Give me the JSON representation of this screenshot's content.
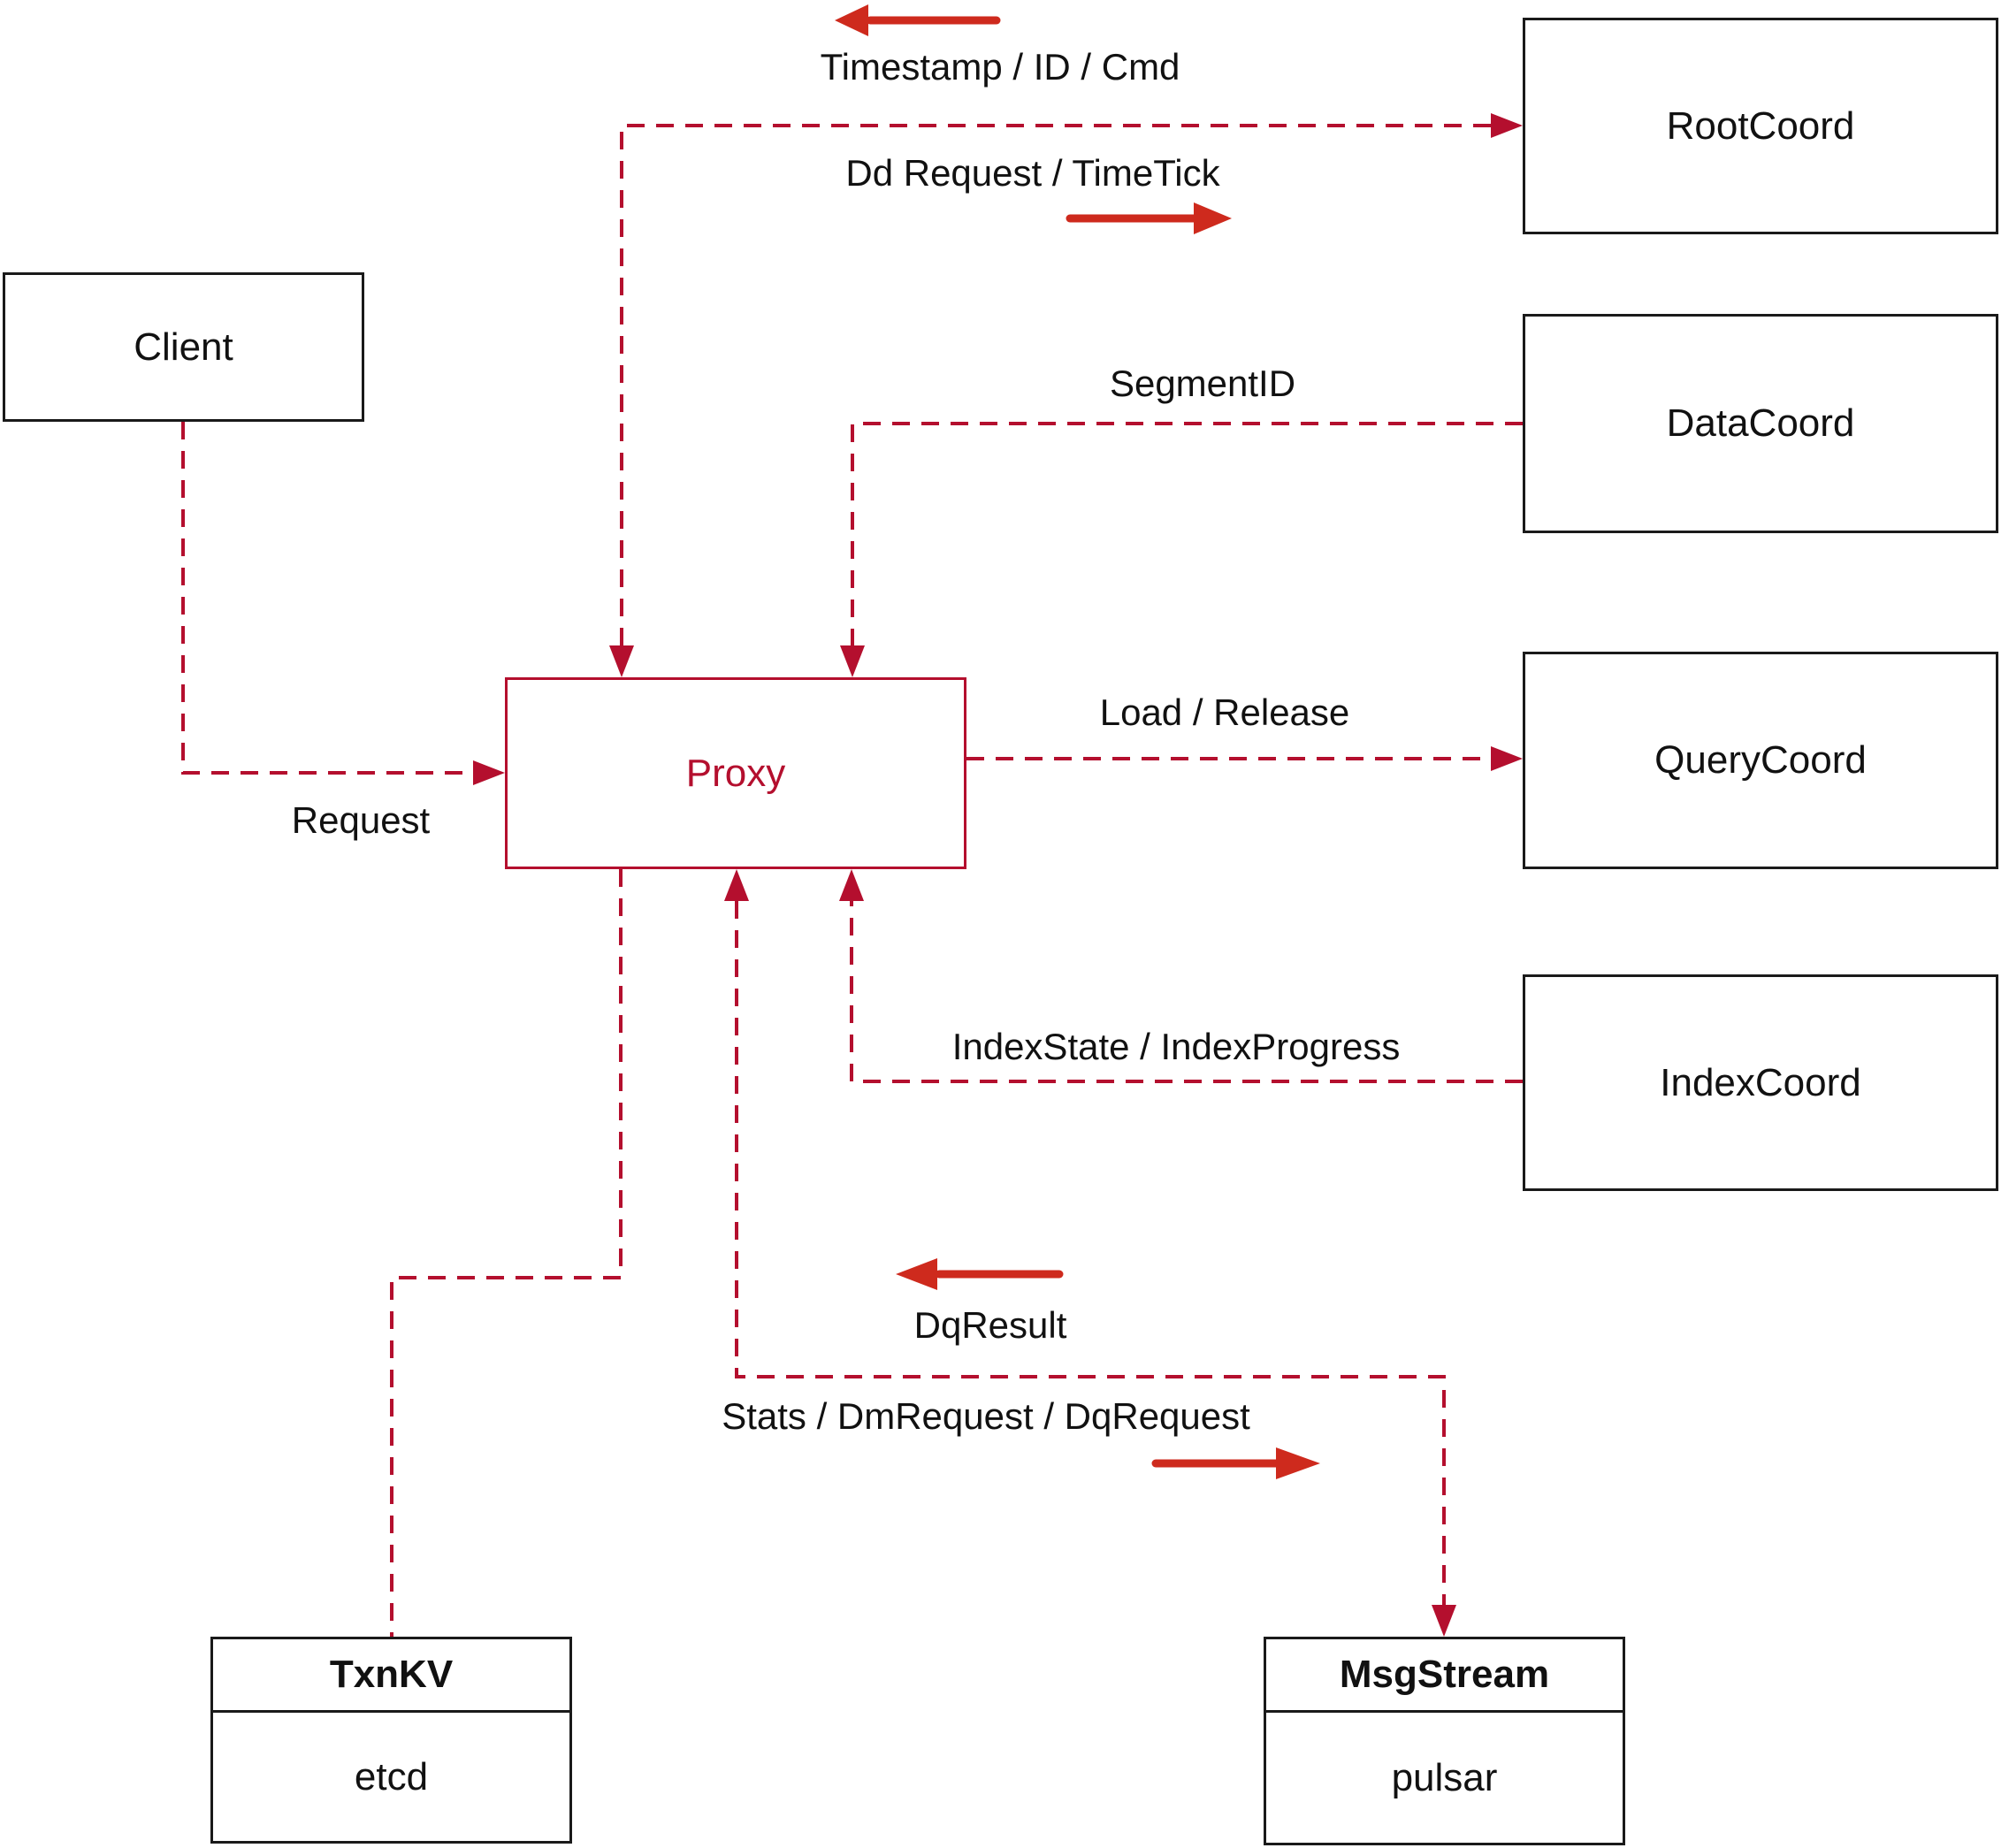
{
  "nodes": {
    "client": {
      "label": "Client"
    },
    "proxy": {
      "label": "Proxy"
    },
    "root_coord": {
      "label": "RootCoord"
    },
    "data_coord": {
      "label": "DataCoord"
    },
    "query_coord": {
      "label": "QueryCoord"
    },
    "index_coord": {
      "label": "IndexCoord"
    },
    "txn_kv": {
      "title": "TxnKV",
      "subtitle": "etcd"
    },
    "msg_stream": {
      "title": "MsgStream",
      "subtitle": "pulsar"
    }
  },
  "edge_labels": {
    "timestamp": "Timestamp / ID / Cmd",
    "dd_request": "Dd Request / TimeTick",
    "segment_id": "SegmentID",
    "request": "Request",
    "load_release": "Load / Release",
    "index_state": "IndexState / IndexProgress",
    "dq_result": "DqResult",
    "stats": "Stats / DmRequest / DqRequest"
  },
  "colors": {
    "line": "#b40f2e",
    "arrow_glyph": "#ce2a1d",
    "box_border": "#1a1a1a",
    "text": "#111111",
    "background": "#ffffff"
  }
}
